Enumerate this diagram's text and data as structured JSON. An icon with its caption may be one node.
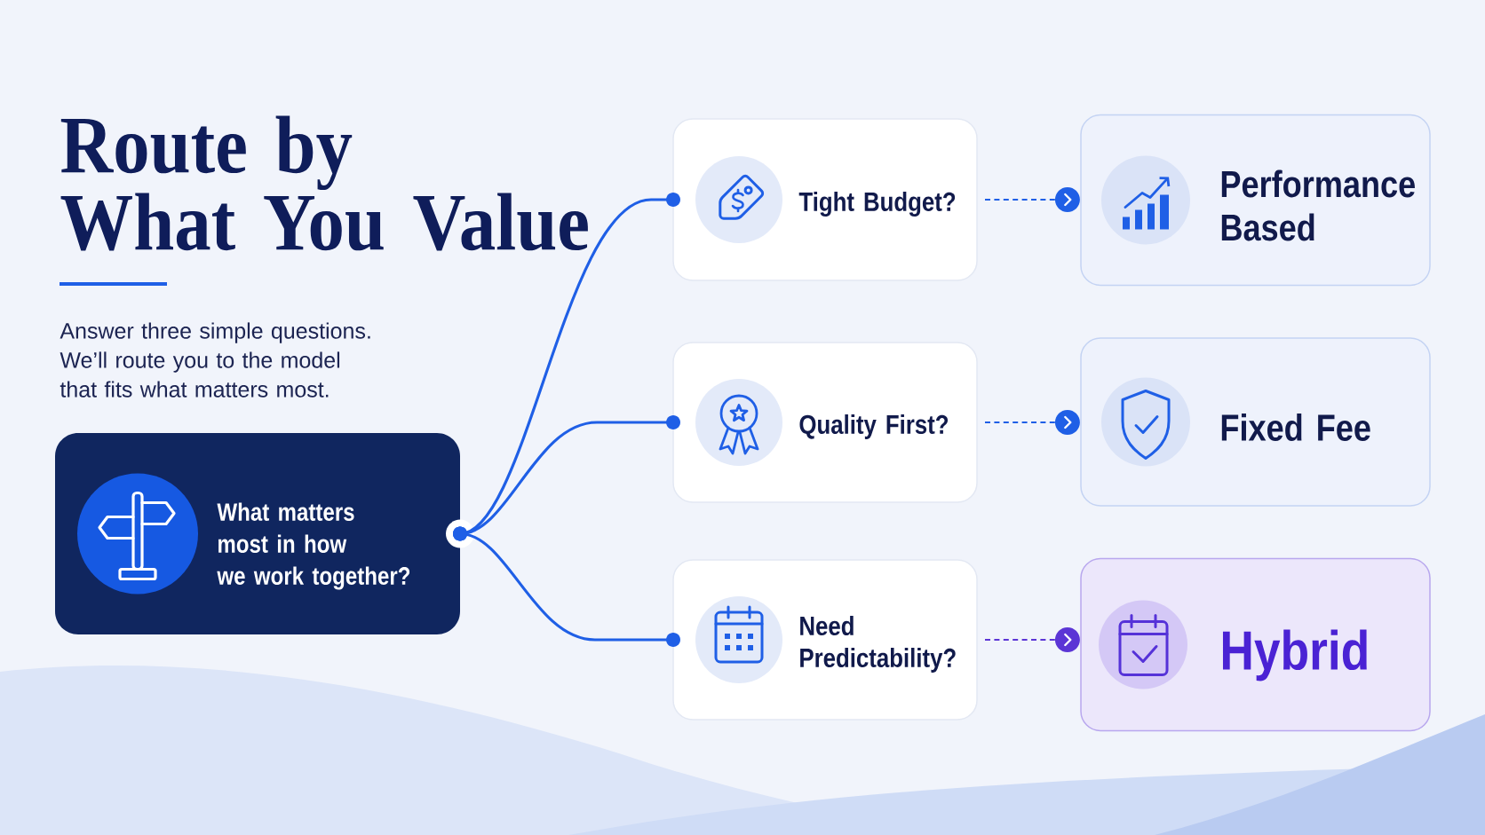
{
  "diagram": {
    "title": "Route by What You Value",
    "nodes": [
      {
        "text": [
          "What matters most in how we work together?"
        ]
      },
      {
        "text": [
          "Tight Budget?"
        ]
      },
      {
        "text": [
          "Quality First?"
        ]
      },
      {
        "text": [
          "Need Predictability?"
        ]
      },
      {
        "text": [
          "Performance Based"
        ]
      },
      {
        "text": [
          "Fixed Fee"
        ]
      },
      {
        "text": [
          "Hybrid"
        ]
      }
    ],
    "edges": [
      {
        "from": 0,
        "to": 1,
        "arrow": "other"
      },
      {
        "from": 0,
        "to": 2,
        "arrow": "other"
      },
      {
        "from": 0,
        "to": 3,
        "arrow": "other"
      },
      {
        "from": 1,
        "to": 4,
        "arrow": "to",
        "style": "dashed"
      },
      {
        "from": 2,
        "to": 5,
        "arrow": "to",
        "style": "dashed"
      },
      {
        "from": 3,
        "to": 6,
        "arrow": "to",
        "style": "dashed",
        "color": "#5b35d5"
      }
    ],
    "labels": [
      "Answer three simple questions. We’ll route you to the model that fits what matters most."
    ]
  }
}
